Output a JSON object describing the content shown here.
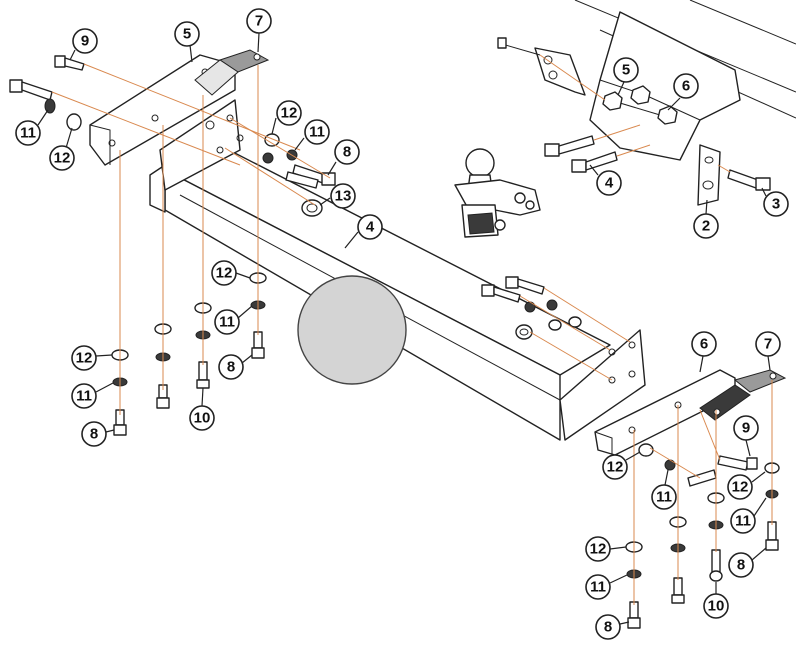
{
  "callouts": [
    {
      "label": "9"
    },
    {
      "label": "5"
    },
    {
      "label": "7"
    },
    {
      "label": "11"
    },
    {
      "label": "12"
    },
    {
      "label": "12"
    },
    {
      "label": "11"
    },
    {
      "label": "8"
    },
    {
      "label": "13"
    },
    {
      "label": "4"
    },
    {
      "label": "5"
    },
    {
      "label": "6"
    },
    {
      "label": "4"
    },
    {
      "label": "2"
    },
    {
      "label": "3"
    },
    {
      "label": "12"
    },
    {
      "label": "11"
    },
    {
      "label": "8"
    },
    {
      "label": "12"
    },
    {
      "label": "11"
    },
    {
      "label": "8"
    },
    {
      "label": "10"
    },
    {
      "label": "6"
    },
    {
      "label": "7"
    },
    {
      "label": "9"
    },
    {
      "label": "12"
    },
    {
      "label": "11"
    },
    {
      "label": "12"
    },
    {
      "label": "11"
    },
    {
      "label": "8"
    },
    {
      "label": "12"
    },
    {
      "label": "11"
    },
    {
      "label": "8"
    },
    {
      "label": "10"
    }
  ],
  "colors": {
    "guide": "#d9894f",
    "ink": "#222222",
    "plate": "#cfcfcf"
  }
}
